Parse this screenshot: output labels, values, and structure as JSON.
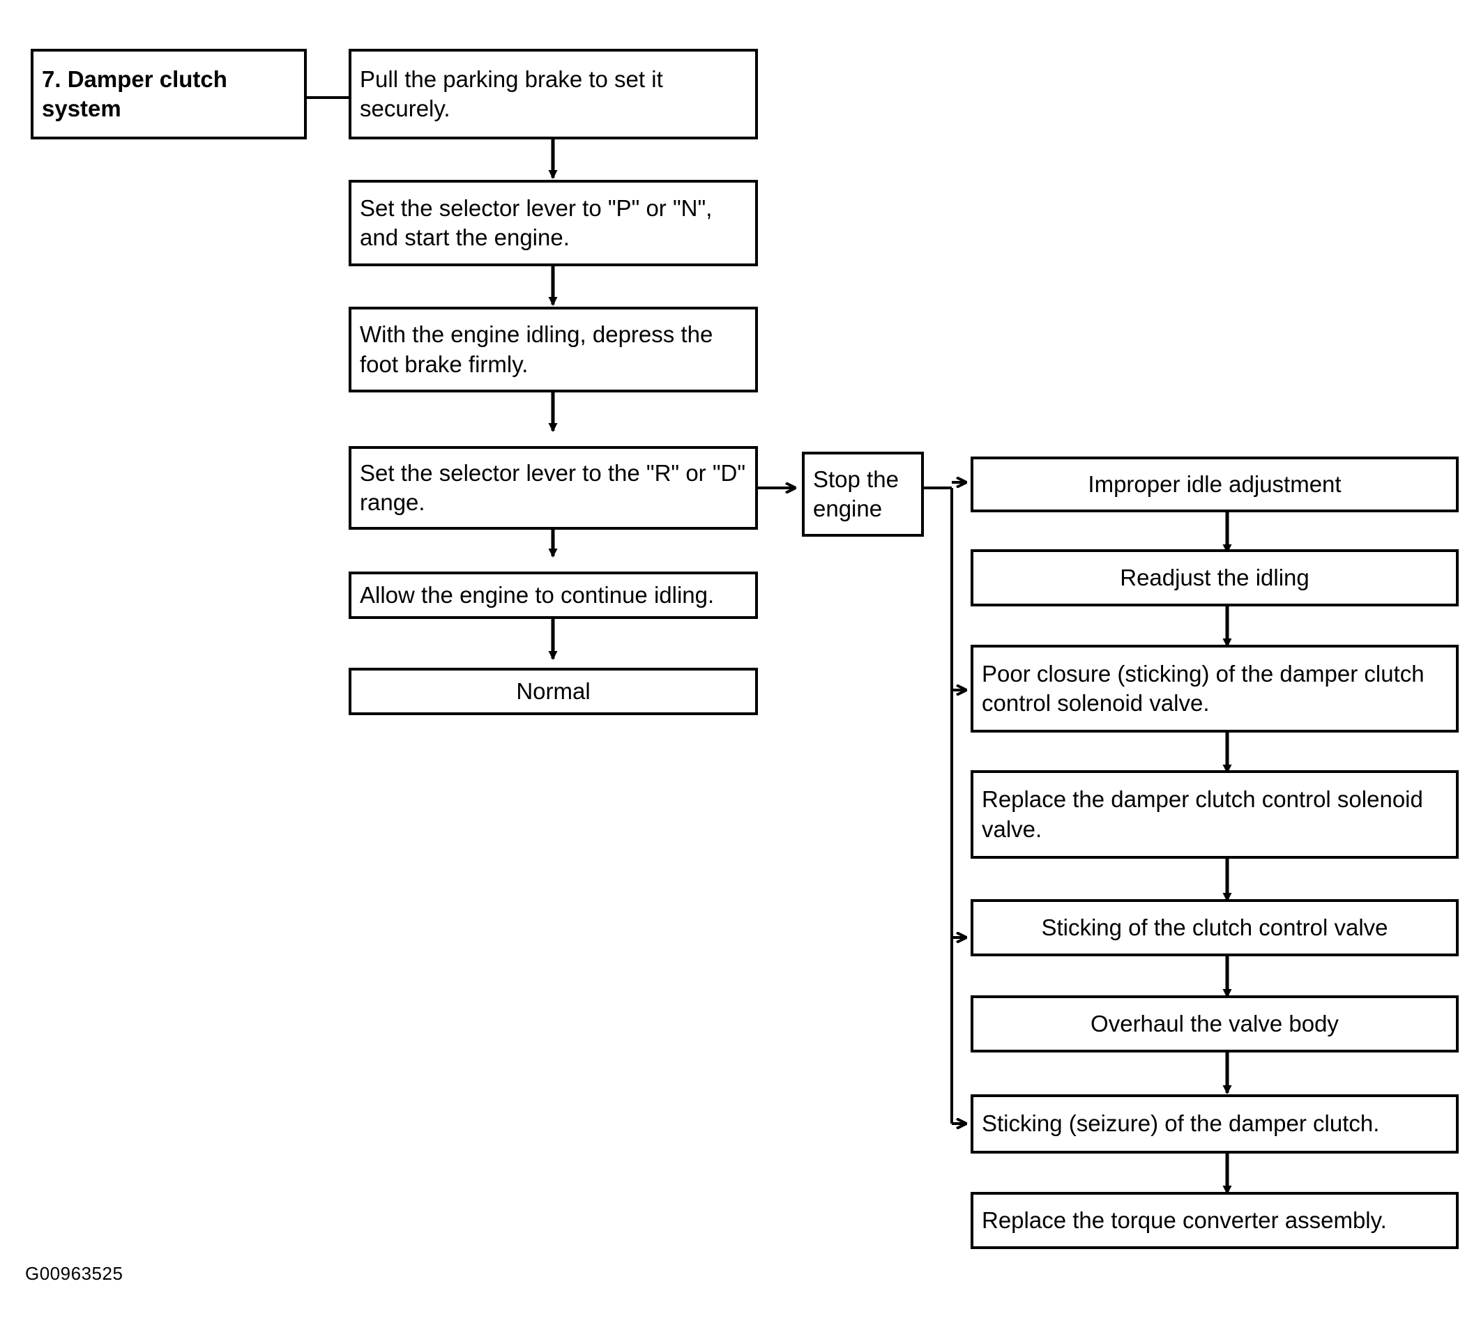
{
  "figure": {
    "id_label": "G00963525",
    "title_box": "7. Damper clutch system"
  },
  "left_column": [
    {
      "name": "step-pull-parking-brake",
      "text": "Pull the parking brake to set it securely."
    },
    {
      "name": "step-selector-p-n",
      "text": "Set the selector lever to \"P\" or \"N\", and start the engine."
    },
    {
      "name": "step-depress-foot-brake",
      "text": "With the engine idling, depress the foot brake firmly."
    },
    {
      "name": "step-selector-r-d",
      "text": "Set the selector lever to the \"R\" or \"D\" range."
    },
    {
      "name": "step-continue-idling",
      "text": "Allow the engine to continue idling."
    },
    {
      "name": "result-normal",
      "text": "Normal"
    }
  ],
  "stop_box": {
    "name": "stop-the-engine",
    "text": "Stop the engine"
  },
  "right_column": [
    {
      "name": "cause-improper-idle",
      "text": "Improper idle adjustment"
    },
    {
      "name": "action-readjust-idling",
      "text": "Readjust the idling"
    },
    {
      "name": "cause-poor-closure-solenoid",
      "text": "Poor closure (sticking) of the damper clutch control solenoid valve."
    },
    {
      "name": "action-replace-solenoid",
      "text": "Replace the damper clutch control solenoid valve."
    },
    {
      "name": "cause-sticking-control-valve",
      "text": "Sticking of the clutch control valve"
    },
    {
      "name": "action-overhaul-valve-body",
      "text": "Overhaul the valve body"
    },
    {
      "name": "cause-sticking-damper-clutch",
      "text": "Sticking (seizure) of the damper clutch."
    },
    {
      "name": "action-replace-torque-converter",
      "text": "Replace the torque converter assembly."
    }
  ]
}
